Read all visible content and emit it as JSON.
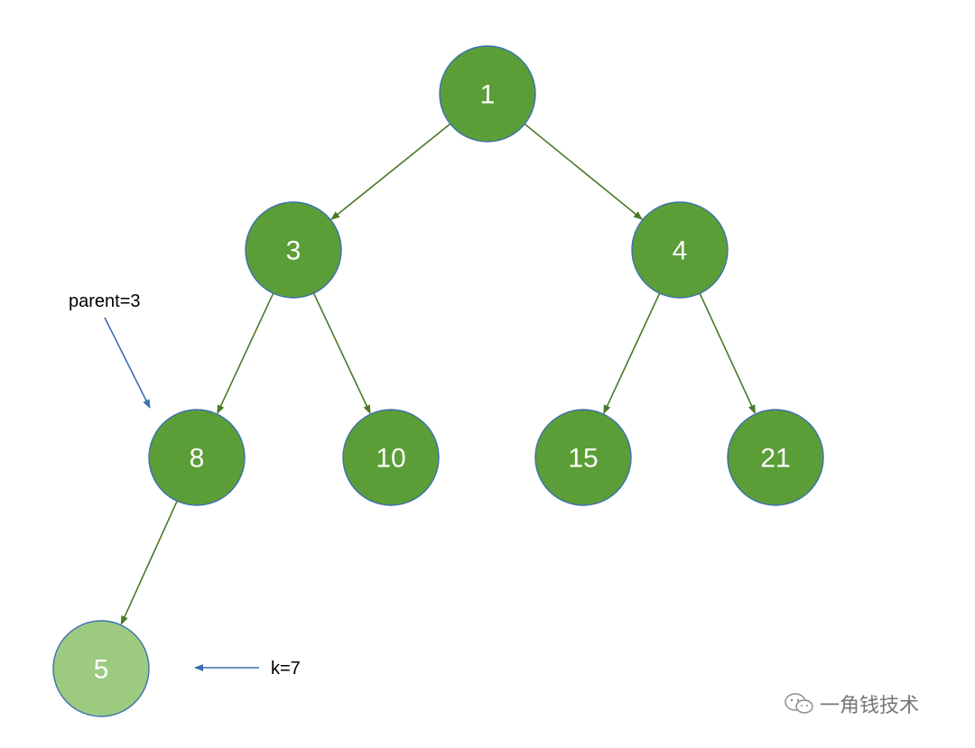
{
  "colors": {
    "node_fill": "#5b9e37",
    "node_stroke": "#3d6fb0",
    "highlight_fill": "#9ccb80",
    "edge_color": "#4a7a25",
    "annotation_arrow": "#3d6fb0"
  },
  "nodes": [
    {
      "id": "n1",
      "label": "1",
      "highlight": false
    },
    {
      "id": "n3",
      "label": "3",
      "highlight": false
    },
    {
      "id": "n4",
      "label": "4",
      "highlight": false
    },
    {
      "id": "n8",
      "label": "8",
      "highlight": false
    },
    {
      "id": "n10",
      "label": "10",
      "highlight": false
    },
    {
      "id": "n15",
      "label": "15",
      "highlight": false
    },
    {
      "id": "n21",
      "label": "21",
      "highlight": false
    },
    {
      "id": "n5",
      "label": "5",
      "highlight": true
    }
  ],
  "edges": [
    {
      "from": "n1",
      "to": "n3"
    },
    {
      "from": "n1",
      "to": "n4"
    },
    {
      "from": "n3",
      "to": "n8"
    },
    {
      "from": "n3",
      "to": "n10"
    },
    {
      "from": "n4",
      "to": "n15"
    },
    {
      "from": "n4",
      "to": "n21"
    },
    {
      "from": "n8",
      "to": "n5"
    }
  ],
  "annotations": {
    "parent": {
      "text": "parent=3",
      "target": "n8"
    },
    "k": {
      "text": "k=7",
      "target": "n5"
    }
  },
  "watermark": {
    "icon": "wechat-icon",
    "text": "一角钱技术"
  }
}
